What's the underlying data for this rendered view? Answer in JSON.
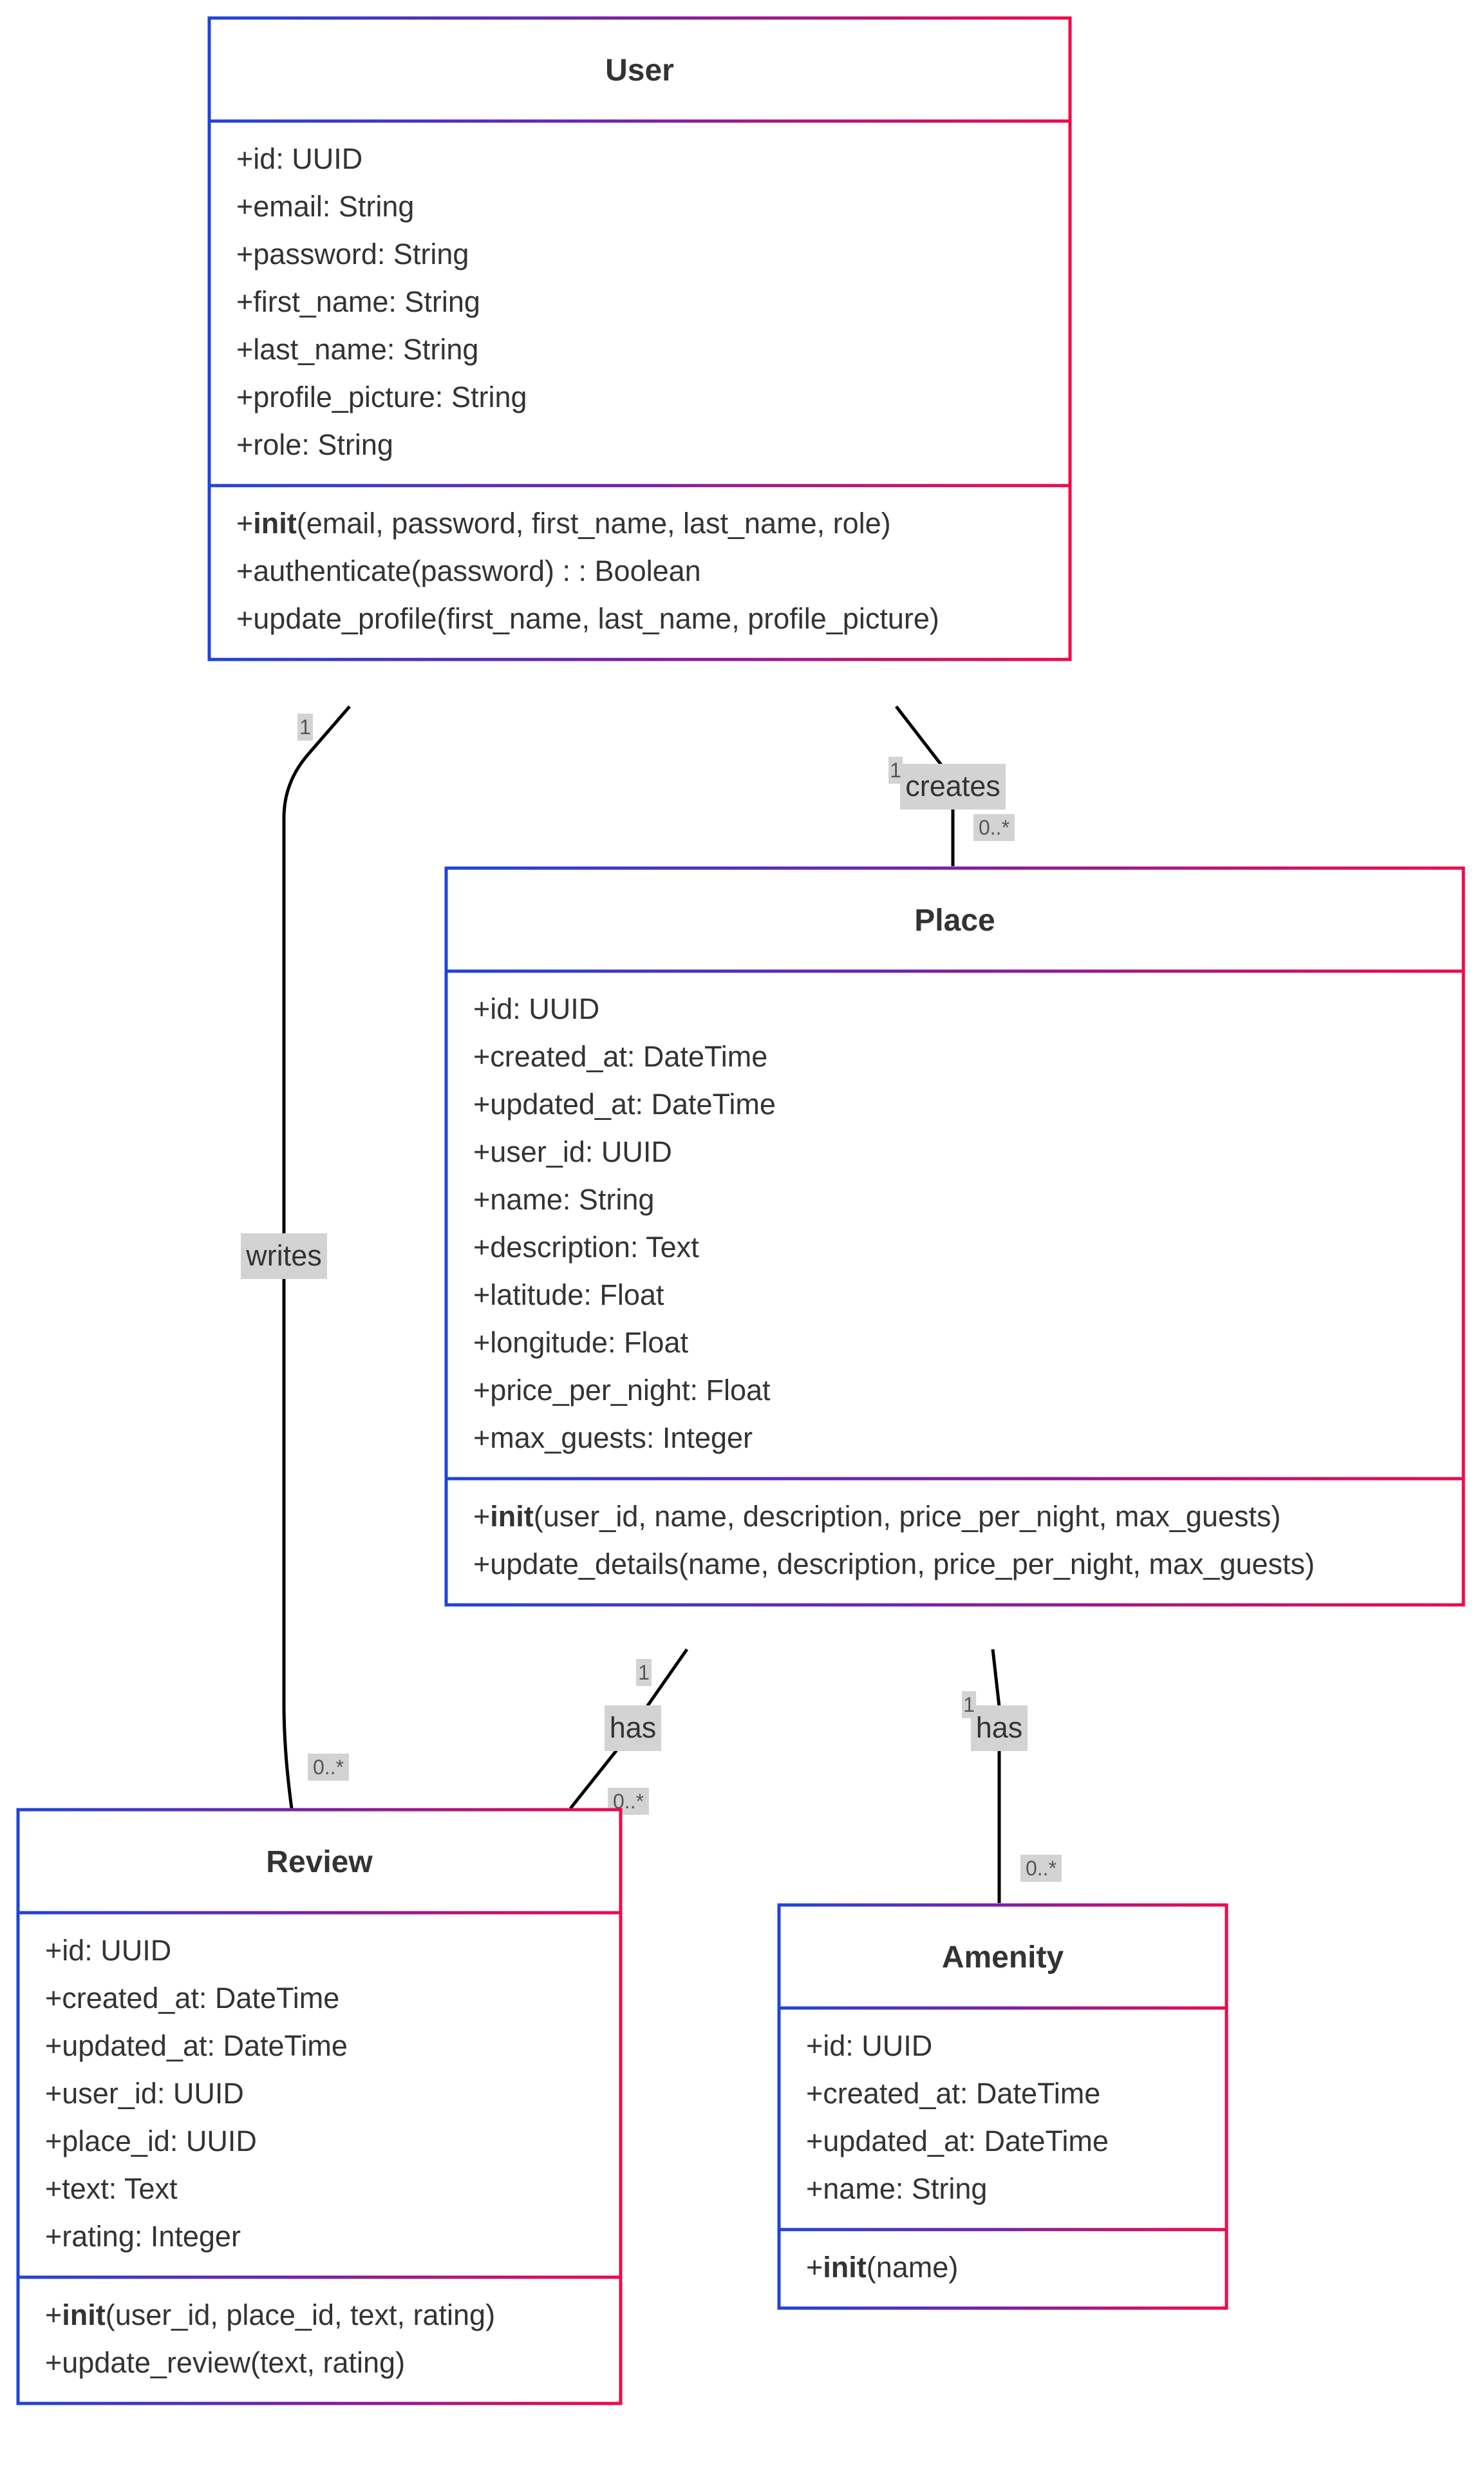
{
  "diagram_type": "class",
  "colors": {
    "border_gradient_start": "#1f44d6",
    "border_gradient_mid": "#7b1fa2",
    "border_gradient_end": "#ee0a4a",
    "label_bg": "#d3d3d3",
    "text": "#333333",
    "edge": "#000000"
  },
  "classes": {
    "user": {
      "name": "User",
      "attributes": [
        "+id: UUID",
        "+email: String",
        "+password: String",
        "+first_name: String",
        "+last_name: String",
        "+profile_picture: String",
        "+role: String"
      ],
      "methods": [
        {
          "prefix": "+",
          "bold": "init",
          "rest": "(email, password, first_name, last_name, role)"
        },
        {
          "prefix": "",
          "bold": "",
          "rest": "+authenticate(password) : : Boolean"
        },
        {
          "prefix": "",
          "bold": "",
          "rest": "+update_profile(first_name, last_name, profile_picture)"
        }
      ]
    },
    "place": {
      "name": "Place",
      "attributes": [
        "+id: UUID",
        "+created_at: DateTime",
        "+updated_at: DateTime",
        "+user_id: UUID",
        "+name: String",
        "+description: Text",
        "+latitude: Float",
        "+longitude: Float",
        "+price_per_night: Float",
        "+max_guests: Integer"
      ],
      "methods": [
        {
          "prefix": "+",
          "bold": "init",
          "rest": "(user_id, name, description, price_per_night, max_guests)"
        },
        {
          "prefix": "",
          "bold": "",
          "rest": "+update_details(name, description, price_per_night, max_guests)"
        }
      ]
    },
    "review": {
      "name": "Review",
      "attributes": [
        "+id: UUID",
        "+created_at: DateTime",
        "+updated_at: DateTime",
        "+user_id: UUID",
        "+place_id: UUID",
        "+text: Text",
        "+rating: Integer"
      ],
      "methods": [
        {
          "prefix": "+",
          "bold": "init",
          "rest": "(user_id, place_id, text, rating)"
        },
        {
          "prefix": "",
          "bold": "",
          "rest": "+update_review(text, rating)"
        }
      ]
    },
    "amenity": {
      "name": "Amenity",
      "attributes": [
        "+id: UUID",
        "+created_at: DateTime",
        "+updated_at: DateTime",
        "+name: String"
      ],
      "methods": [
        {
          "prefix": "+",
          "bold": "init",
          "rest": "(name)"
        }
      ]
    }
  },
  "relations": {
    "user_place": {
      "label": "creates",
      "from_mult": "1",
      "to_mult": "0..*"
    },
    "user_review": {
      "label": "writes",
      "from_mult": "1",
      "to_mult": "0..*"
    },
    "place_review": {
      "label": "has",
      "from_mult": "1",
      "to_mult": "0..*"
    },
    "place_amenity": {
      "label": "has",
      "from_mult": "1",
      "to_mult": "0..*"
    }
  }
}
